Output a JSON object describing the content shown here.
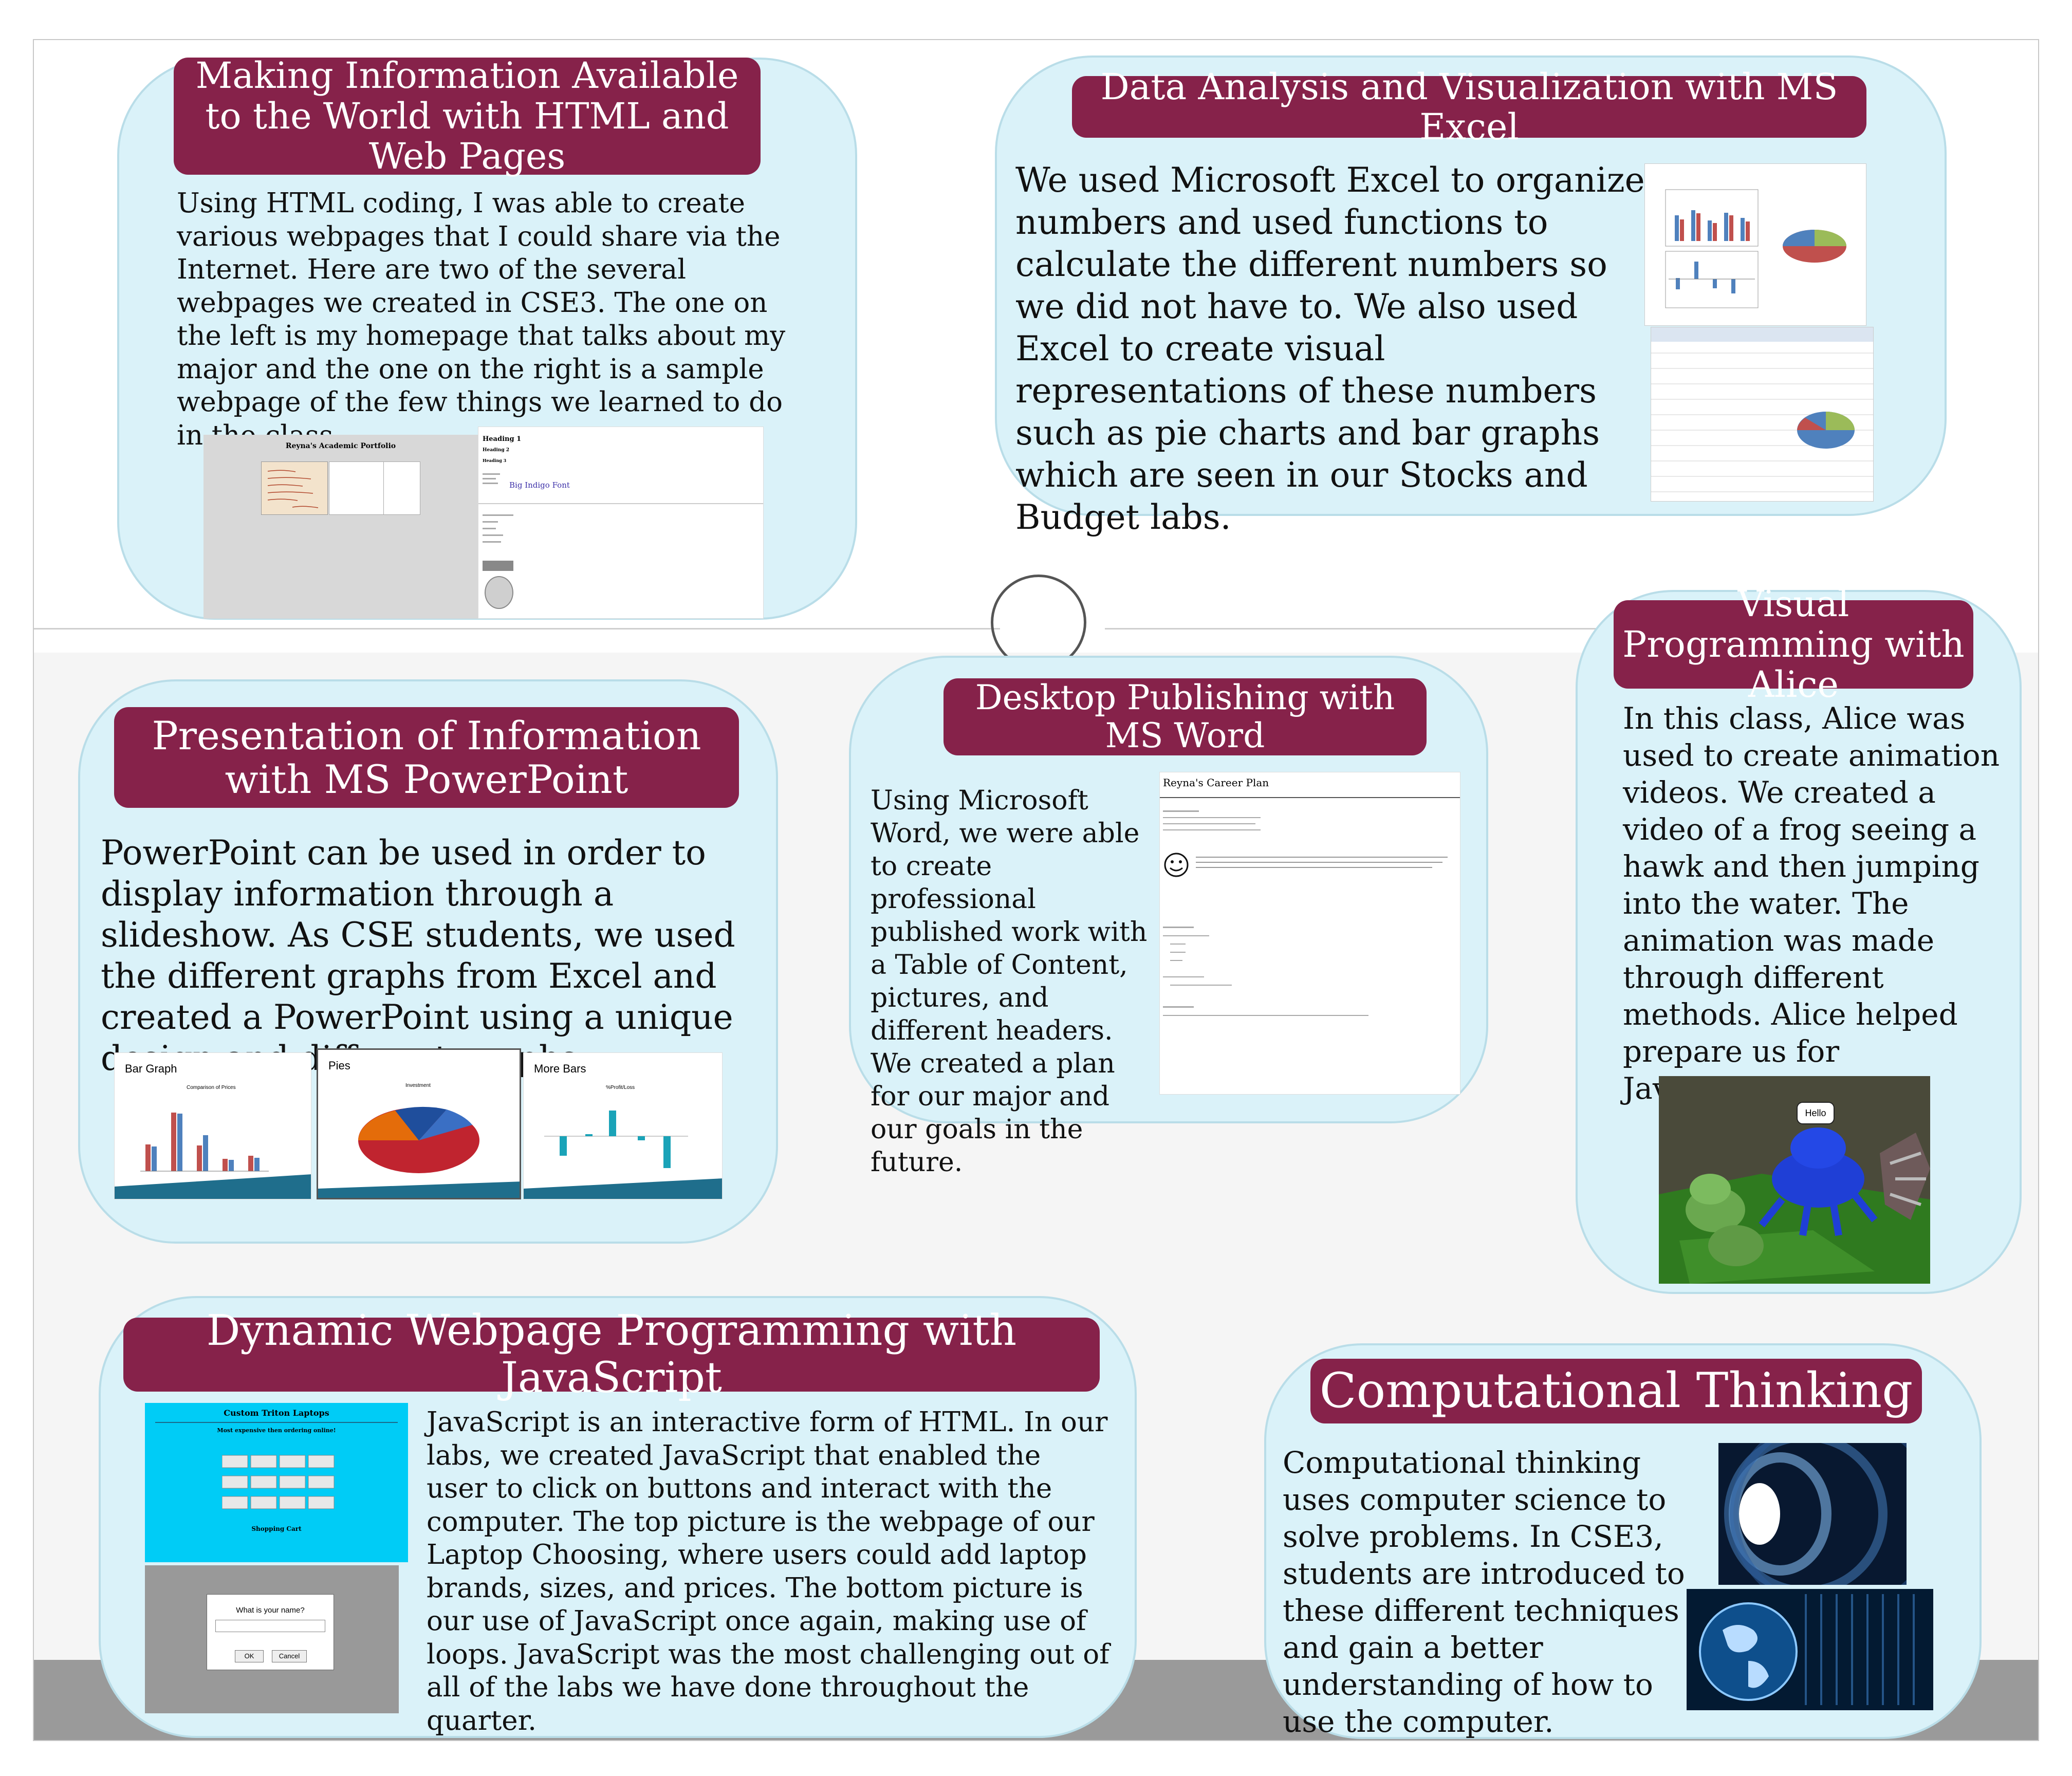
{
  "sections": {
    "html": {
      "title": "Making Information Available to the World with HTML and Web Pages",
      "body": "Using HTML coding, I was able to create various webpages that I could share via the Internet. Here are two of the several webpages we created in CSE3. The one on the left is my homepage that talks about my major and the one on the right is a sample webpage of the few things we learned to do in the class.",
      "left_screenshot_title": "Reyna's Academic Portfolio",
      "right_screenshot_heading1": "Heading 1",
      "right_screenshot_heading2": "Heading 2",
      "right_screenshot_heading3": "Heading 3",
      "right_screenshot_font": "Big Indigo Font"
    },
    "excel": {
      "title": "Data Analysis and Visualization with MS Excel",
      "body": "We used Microsoft Excel to organize numbers and used functions to calculate the different numbers so we did not have to. We also used Excel to create visual representations of these numbers such as pie charts and bar graphs which are seen in our Stocks and Budget labs."
    },
    "alice": {
      "title": "Visual Programming with Alice",
      "body": "In this class, Alice was used to create animation videos. We created a video of a frog seeing a hawk and then jumping into the water. The animation was made through different methods. Alice helped prepare us for JavaScript.",
      "speech_bubble": "Hello"
    },
    "powerpoint": {
      "title": "Presentation of Information with MS PowerPoint",
      "body": "PowerPoint can be used in order to display information through a slideshow. As CSE students, we used the different graphs from Excel and created a PowerPoint using a unique design and different graphs.",
      "slides": [
        {
          "label": "Bar Graph",
          "chart_title": "Comparison of Prices"
        },
        {
          "label": "Pies",
          "chart_title": "Investment"
        },
        {
          "label": "More Bars",
          "chart_title": "%Profit/Loss"
        }
      ]
    },
    "word": {
      "title": "Desktop Publishing with MS Word",
      "body": "Using Microsoft Word, we were able to create professional published work with a Table of Content, pictures, and different headers. We created a plan for our major and our goals in the future.",
      "doc_title": "Reyna's Career Plan"
    },
    "javascript": {
      "title": "Dynamic Webpage Programming with JavaScript",
      "body": "JavaScript is an interactive form of HTML. In our labs, we created JavaScript that enabled the user to click on buttons and interact with the computer. The top picture is the webpage of our Laptop Choosing, where users could add laptop brands, sizes, and prices. The bottom picture is our use of JavaScript once again, making use of loops. JavaScript was the most challenging out of all of the labs we have done throughout the quarter.",
      "laptop_title": "Custom Triton Laptops",
      "laptop_subtitle": "Most expensive then ordering online!",
      "laptop_cart": "Shopping Cart",
      "dialog_prompt": "What is your name?",
      "dialog_ok": "OK",
      "dialog_cancel": "Cancel"
    },
    "computational": {
      "title": "Computational Thinking",
      "body": "Computational thinking uses computer science to solve problems. In CSE3, students are introduced to these different techniques and gain a better understanding of how to use the computer."
    }
  },
  "colors": {
    "title_bg": "#86224a",
    "card_bg": "#daf2f9",
    "card_border": "#b9dde8",
    "lower_bg": "#f5f5f5",
    "bottom_band": "#9a9a9a"
  }
}
